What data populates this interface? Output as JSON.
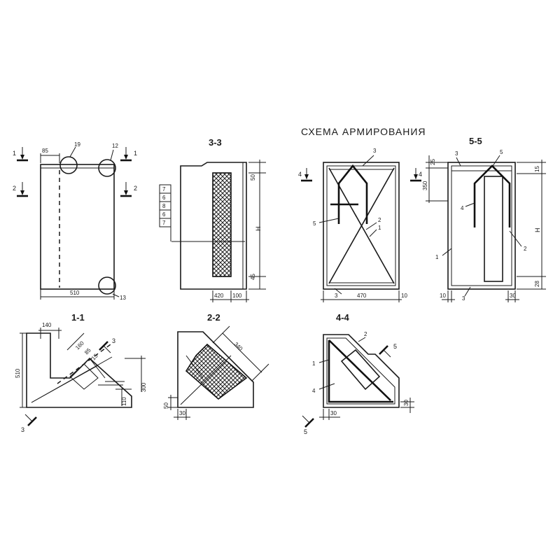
{
  "title": "СХЕМА АРМИРОВАНИЯ",
  "views": {
    "front": {
      "dims": {
        "top": "85",
        "bottom": "510"
      },
      "callouts": {
        "a": "19",
        "b": "12",
        "c": "13"
      },
      "cuts": {
        "c1": "1",
        "c2": "2"
      }
    },
    "s33": {
      "label": "3-3",
      "dims": {
        "top": "50",
        "bottom": "45",
        "h": "H",
        "w1": "420",
        "w2": "100"
      },
      "leaders": [
        "7",
        "6",
        "8",
        "6",
        "7"
      ]
    },
    "s11": {
      "label": "1-1",
      "dims": {
        "top": "140",
        "side": "510",
        "d160": "160",
        "d85": "85",
        "d15": "15",
        "d300": "300",
        "d110": "110"
      },
      "cut": "3"
    },
    "s22": {
      "label": "2-2",
      "dims": {
        "d340": "340",
        "d50": "50",
        "d30": "30"
      }
    },
    "scheme": {
      "dims": {
        "w470": "470",
        "d10": "10"
      },
      "labels": {
        "l3a": "3",
        "l3b": "3",
        "l5": "5",
        "l2": "2",
        "l1": "1"
      },
      "cut": "4"
    },
    "s55": {
      "label": "5-5",
      "dims": {
        "d25": "25",
        "d15": "15",
        "d350": "350",
        "h": "H",
        "d28": "28",
        "d10": "10",
        "d30": "30"
      },
      "labels": {
        "l3a": "3",
        "l5": "5",
        "l4": "4",
        "l2": "2",
        "l1": "1",
        "l3b": "3"
      }
    },
    "s44": {
      "label": "4-4",
      "dims": {
        "d30b": "30",
        "d30r": "30"
      },
      "labels": {
        "l2": "2",
        "l1": "1",
        "l4": "4"
      },
      "cut": "5"
    }
  }
}
